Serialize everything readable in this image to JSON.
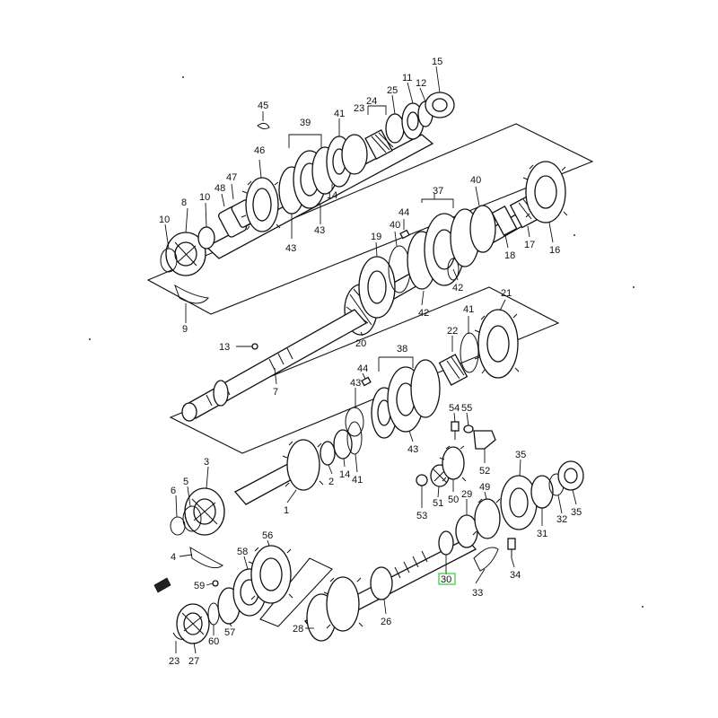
{
  "diagram": {
    "highlight_color": "#33cc33",
    "labels": {
      "p1": "1",
      "p2": "2",
      "p3": "3",
      "p4": "4",
      "p5": "5",
      "p6": "6",
      "p7": "7",
      "p8": "8",
      "p9": "9",
      "p10a": "10",
      "p10b": "10",
      "p11": "11",
      "p12": "12",
      "p13": "13",
      "p14a": "14",
      "p14b": "14",
      "p15": "15",
      "p16": "16",
      "p17": "17",
      "p18": "18",
      "p19": "19",
      "p20": "20",
      "p21": "21",
      "p22": "22",
      "p23a": "23",
      "p23b": "23",
      "p24": "24",
      "p25": "25",
      "p26": "26",
      "p27": "27",
      "p28": "28",
      "p29": "29",
      "p30": "30",
      "p31": "31",
      "p32": "32",
      "p33": "33",
      "p34": "34",
      "p35a": "35",
      "p35b": "35",
      "p37": "37",
      "p38": "38",
      "p39": "39",
      "p40a": "40",
      "p40b": "40",
      "p41a": "41",
      "p41b": "41",
      "p41c": "41",
      "p42a": "42",
      "p42b": "42",
      "p43a": "43",
      "p43b": "43",
      "p43c": "43",
      "p43d": "43",
      "p44a": "44",
      "p44b": "44",
      "p45": "45",
      "p46": "46",
      "p47": "47",
      "p48": "48",
      "p49": "49",
      "p50": "50",
      "p51": "51",
      "p52": "52",
      "p53": "53",
      "p54": "54",
      "p55": "55",
      "p56": "56",
      "p57": "57",
      "p58": "58",
      "p59": "59",
      "p60": "60"
    }
  }
}
